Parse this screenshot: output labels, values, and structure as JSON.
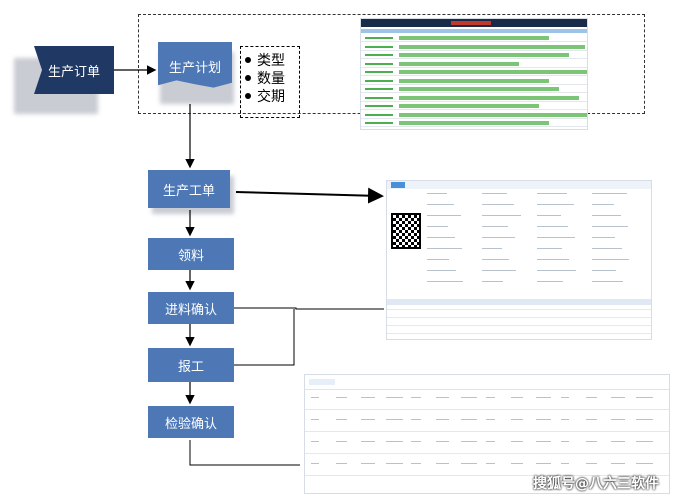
{
  "flow": {
    "order": "生产订单",
    "plan": "生产计划",
    "plan_attrs": [
      "类型",
      "数量",
      "交期"
    ],
    "work_order": "生产工单",
    "pick": "领料",
    "incoming_confirm": "进料确认",
    "report": "报工",
    "inspect_confirm": "检验确认"
  },
  "watermark": "搜狐号@八六三软件"
}
